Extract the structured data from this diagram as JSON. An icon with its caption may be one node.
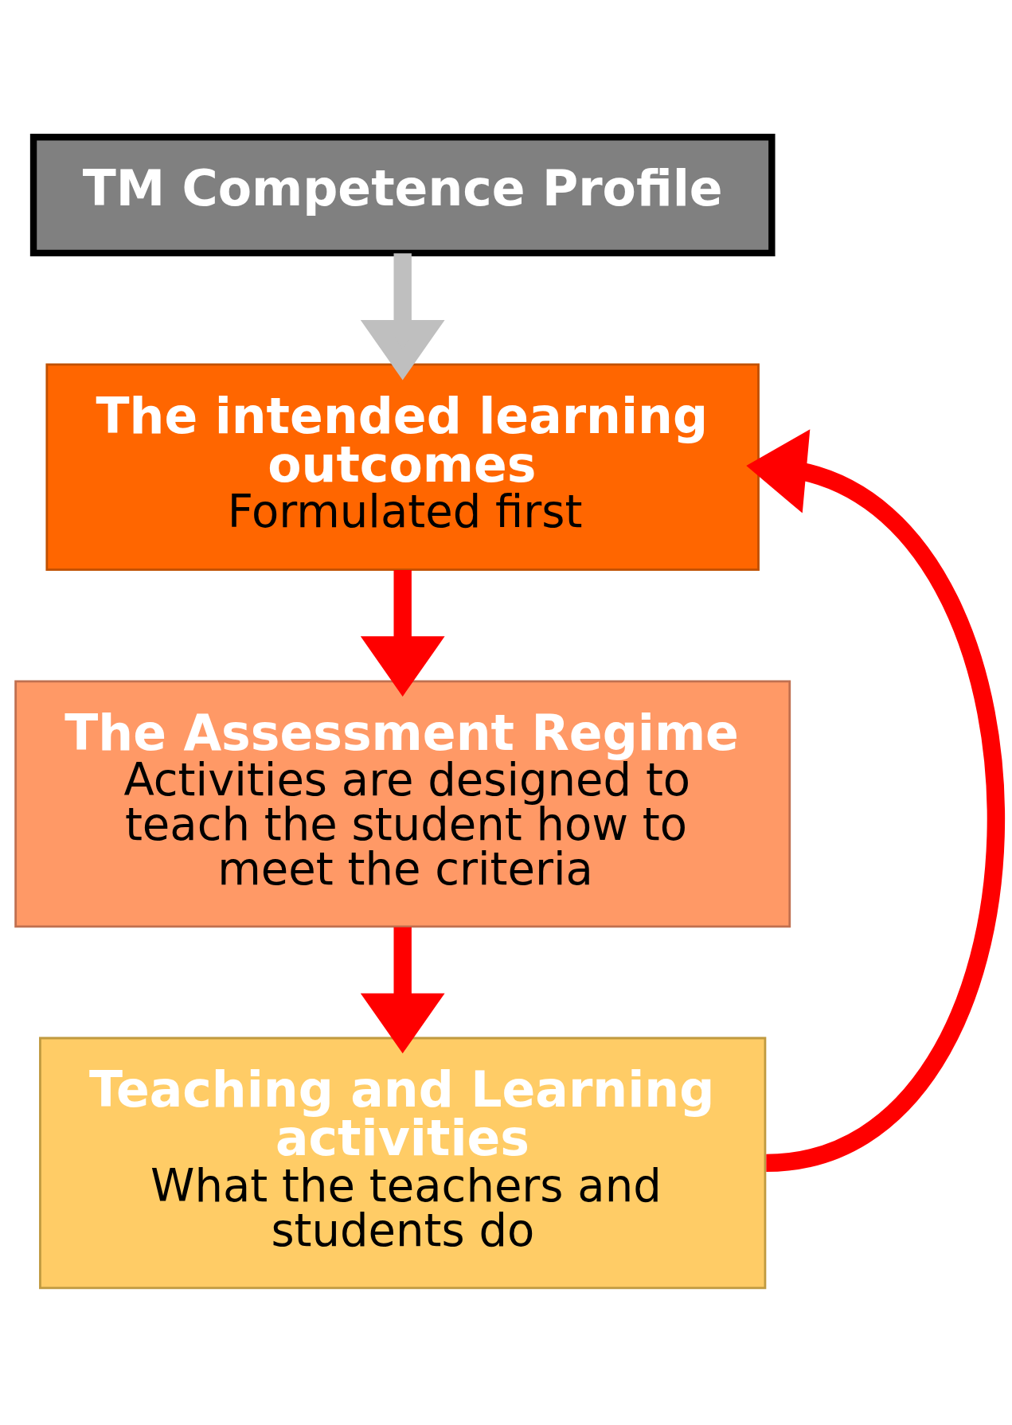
{
  "diagram": {
    "nodes": [
      {
        "text": [
          "TM Competence Profile"
        ]
      },
      {
        "text": [
          "The intended learning outcomes",
          "Formulated first"
        ]
      },
      {
        "text": [
          "The Assessment Regime",
          "Activities are designed to teach the student how to meet the criteria"
        ]
      },
      {
        "text": [
          "Teaching and Learning activities",
          "What the teachers and students do"
        ]
      }
    ],
    "edges": [
      {
        "from": 0,
        "to": 1,
        "arrow": "to",
        "color": "#bfbfbf"
      },
      {
        "from": 1,
        "to": 2,
        "arrow": "to"
      },
      {
        "from": 2,
        "to": 3,
        "arrow": "to"
      },
      {
        "from": 3,
        "to": 1,
        "arrow": "to"
      }
    ]
  }
}
